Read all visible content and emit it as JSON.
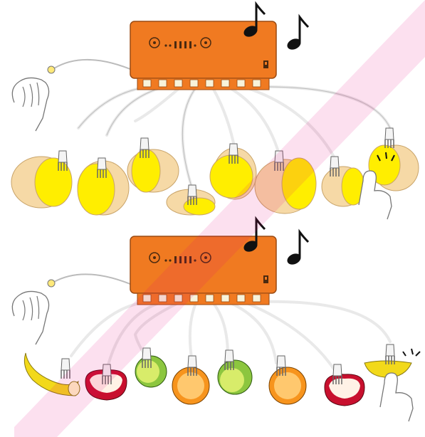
{
  "illustration": {
    "panels": [
      {
        "id": "potatoes",
        "device_color": "#F07A21",
        "items": [
          "potato",
          "potato",
          "potato",
          "potato",
          "potato",
          "potato",
          "potato",
          "potato"
        ],
        "touched_item": "potato"
      },
      {
        "id": "fruits",
        "device_color": "#F07A21",
        "items": [
          "banana",
          "apple",
          "lime",
          "orange",
          "lime",
          "orange",
          "apple",
          "banana"
        ],
        "touched_item": "banana"
      }
    ],
    "colors": {
      "device": "#F07A21",
      "potato_skin": "#F6D9A6",
      "potato_flesh": "#FFEE00",
      "wire": "#E9E9E9",
      "clip": "#F4F4F4",
      "banana": "#F2D91A",
      "apple_red": "#C8102E",
      "lime": "#8CC63F",
      "orange": "#F7941D",
      "watermark": "#E6007E"
    },
    "icons": [
      "music-note-icon",
      "hand-icon",
      "finger-tap-icon",
      "alligator-clip-icon"
    ]
  }
}
